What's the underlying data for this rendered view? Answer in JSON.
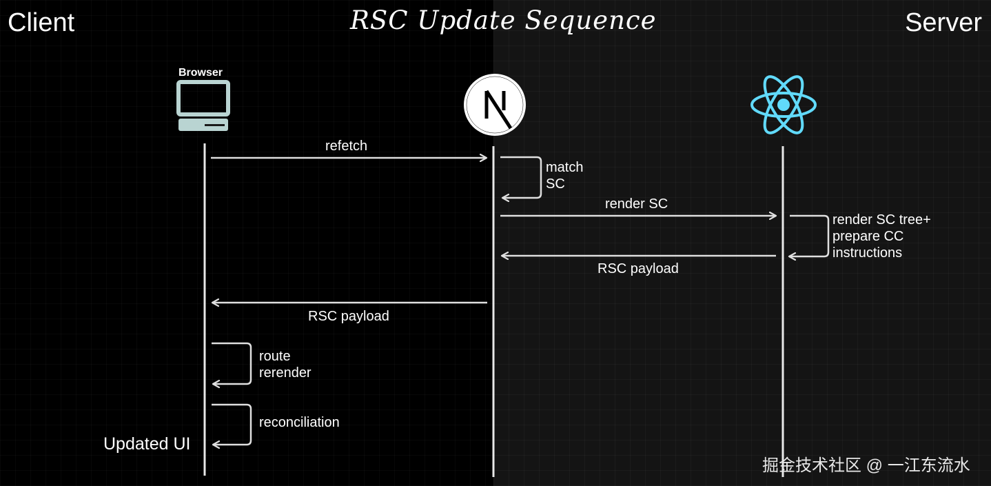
{
  "title": "RSC Update Sequence",
  "sides": {
    "left": "Client",
    "right": "Server"
  },
  "participants": {
    "browser": {
      "label": "Browser",
      "icon": "monitor-icon"
    },
    "next": {
      "icon": "nextjs-logo"
    },
    "react": {
      "icon": "react-logo"
    }
  },
  "messages": {
    "refetch": "refetch",
    "render_sc": "render SC",
    "rsc_payload_server": "RSC payload",
    "rsc_payload_client": "RSC payload"
  },
  "self_calls": {
    "match_sc": "match\nSC",
    "render_tree": "render SC tree+\nprepare CC\ninstructions",
    "route_rerender": "route\nrerender",
    "reconciliation": "reconciliation"
  },
  "updated_ui": "Updated UI",
  "watermark": "掘金技术社区 @ 一江东流水",
  "colors": {
    "arrow": "#e0e0e0",
    "icon": "#b9d4d2",
    "react": "#61dafb"
  }
}
